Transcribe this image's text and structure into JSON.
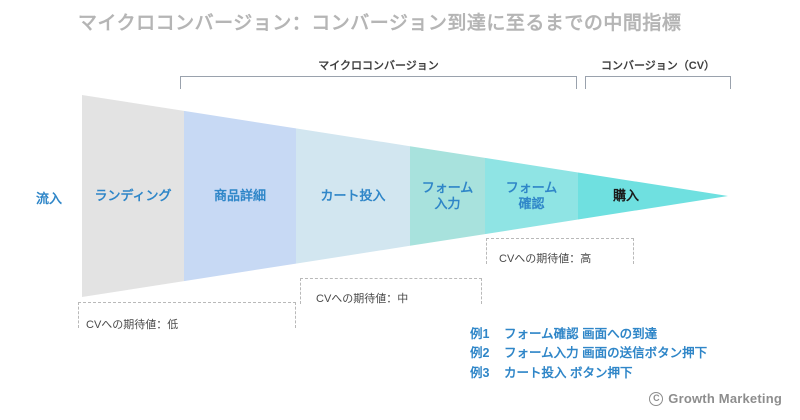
{
  "slide": {
    "title": "マイクロコンバージョン：コンバージョン到達に至るまでの中間指標",
    "title_color": "#b5b5b5",
    "background": "#ffffff"
  },
  "brackets": [
    {
      "name": "micro-conversion",
      "label": "マイクロコンバージョン"
    },
    {
      "name": "conversion",
      "label": "コンバージョン（CV）"
    }
  ],
  "inflow": {
    "label": "流入",
    "color": "#2f86c8"
  },
  "funnel": {
    "accent_text_color": "#2f86c8",
    "segments": [
      {
        "label": "ランディング",
        "color": "#e3e3e3",
        "label_color": "#2f86c8"
      },
      {
        "label": "商品詳細",
        "color": "#c7d9f4",
        "label_color": "#2f86c8"
      },
      {
        "label": "カート投入",
        "color": "#d2e6f0",
        "label_color": "#2f86c8"
      },
      {
        "label": "フォーム\n入力",
        "color": "#a8e2dd",
        "label_color": "#2f86c8"
      },
      {
        "label": "フォーム\n確認",
        "color": "#8fe4e4",
        "label_color": "#2f86c8"
      },
      {
        "label": "購入",
        "color": "#6fe0e0",
        "label_color": "#1a1a1a"
      }
    ]
  },
  "expectations": [
    {
      "name": "low",
      "label": "CVへの期待値：低"
    },
    {
      "name": "mid",
      "label": "CVへの期待値：中"
    },
    {
      "name": "high",
      "label": "CVへの期待値：高"
    }
  ],
  "examples": [
    {
      "num": "例1",
      "text": "フォーム確認 画面への到達"
    },
    {
      "num": "例2",
      "text": "フォーム入力 画面の送信ボタン押下"
    },
    {
      "num": "例3",
      "text": "カート投入 ボタン押下"
    }
  ],
  "footer": {
    "symbol": "C",
    "brand": "Growth Marketing"
  },
  "chart_data": {
    "type": "funnel",
    "title": "マイクロコンバージョン：コンバージョン到達に至るまでの中間指標",
    "orientation": "horizontal-left-to-right-taper",
    "stages": [
      "ランディング",
      "商品詳細",
      "カート投入",
      "フォーム入力",
      "フォーム確認",
      "購入"
    ],
    "stage_colors": [
      "#e3e3e3",
      "#c7d9f4",
      "#d2e6f0",
      "#a8e2dd",
      "#8fe4e4",
      "#6fe0e0"
    ],
    "groups": [
      {
        "name": "マイクロコンバージョン",
        "stages": [
          "商品詳細",
          "カート投入",
          "フォーム入力",
          "フォーム確認"
        ]
      },
      {
        "name": "コンバージョン（CV）",
        "stages": [
          "購入"
        ]
      }
    ],
    "annotations": [
      {
        "label": "CVへの期待値：低",
        "stages": [
          "ランディング"
        ]
      },
      {
        "label": "CVへの期待値：中",
        "stages": [
          "カート投入"
        ]
      },
      {
        "label": "CVへの期待値：高",
        "stages": [
          "フォーム確認"
        ]
      }
    ]
  }
}
